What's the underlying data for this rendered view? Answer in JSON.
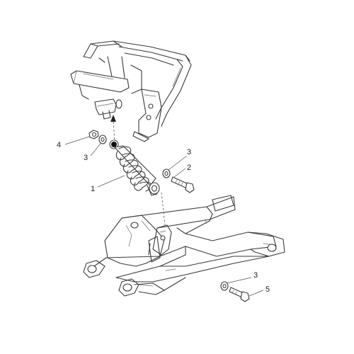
{
  "callouts": {
    "c1": "1",
    "c2": "2",
    "c3a": "3",
    "c3b": "3",
    "c3c": "3",
    "c4": "4",
    "c5": "5"
  }
}
